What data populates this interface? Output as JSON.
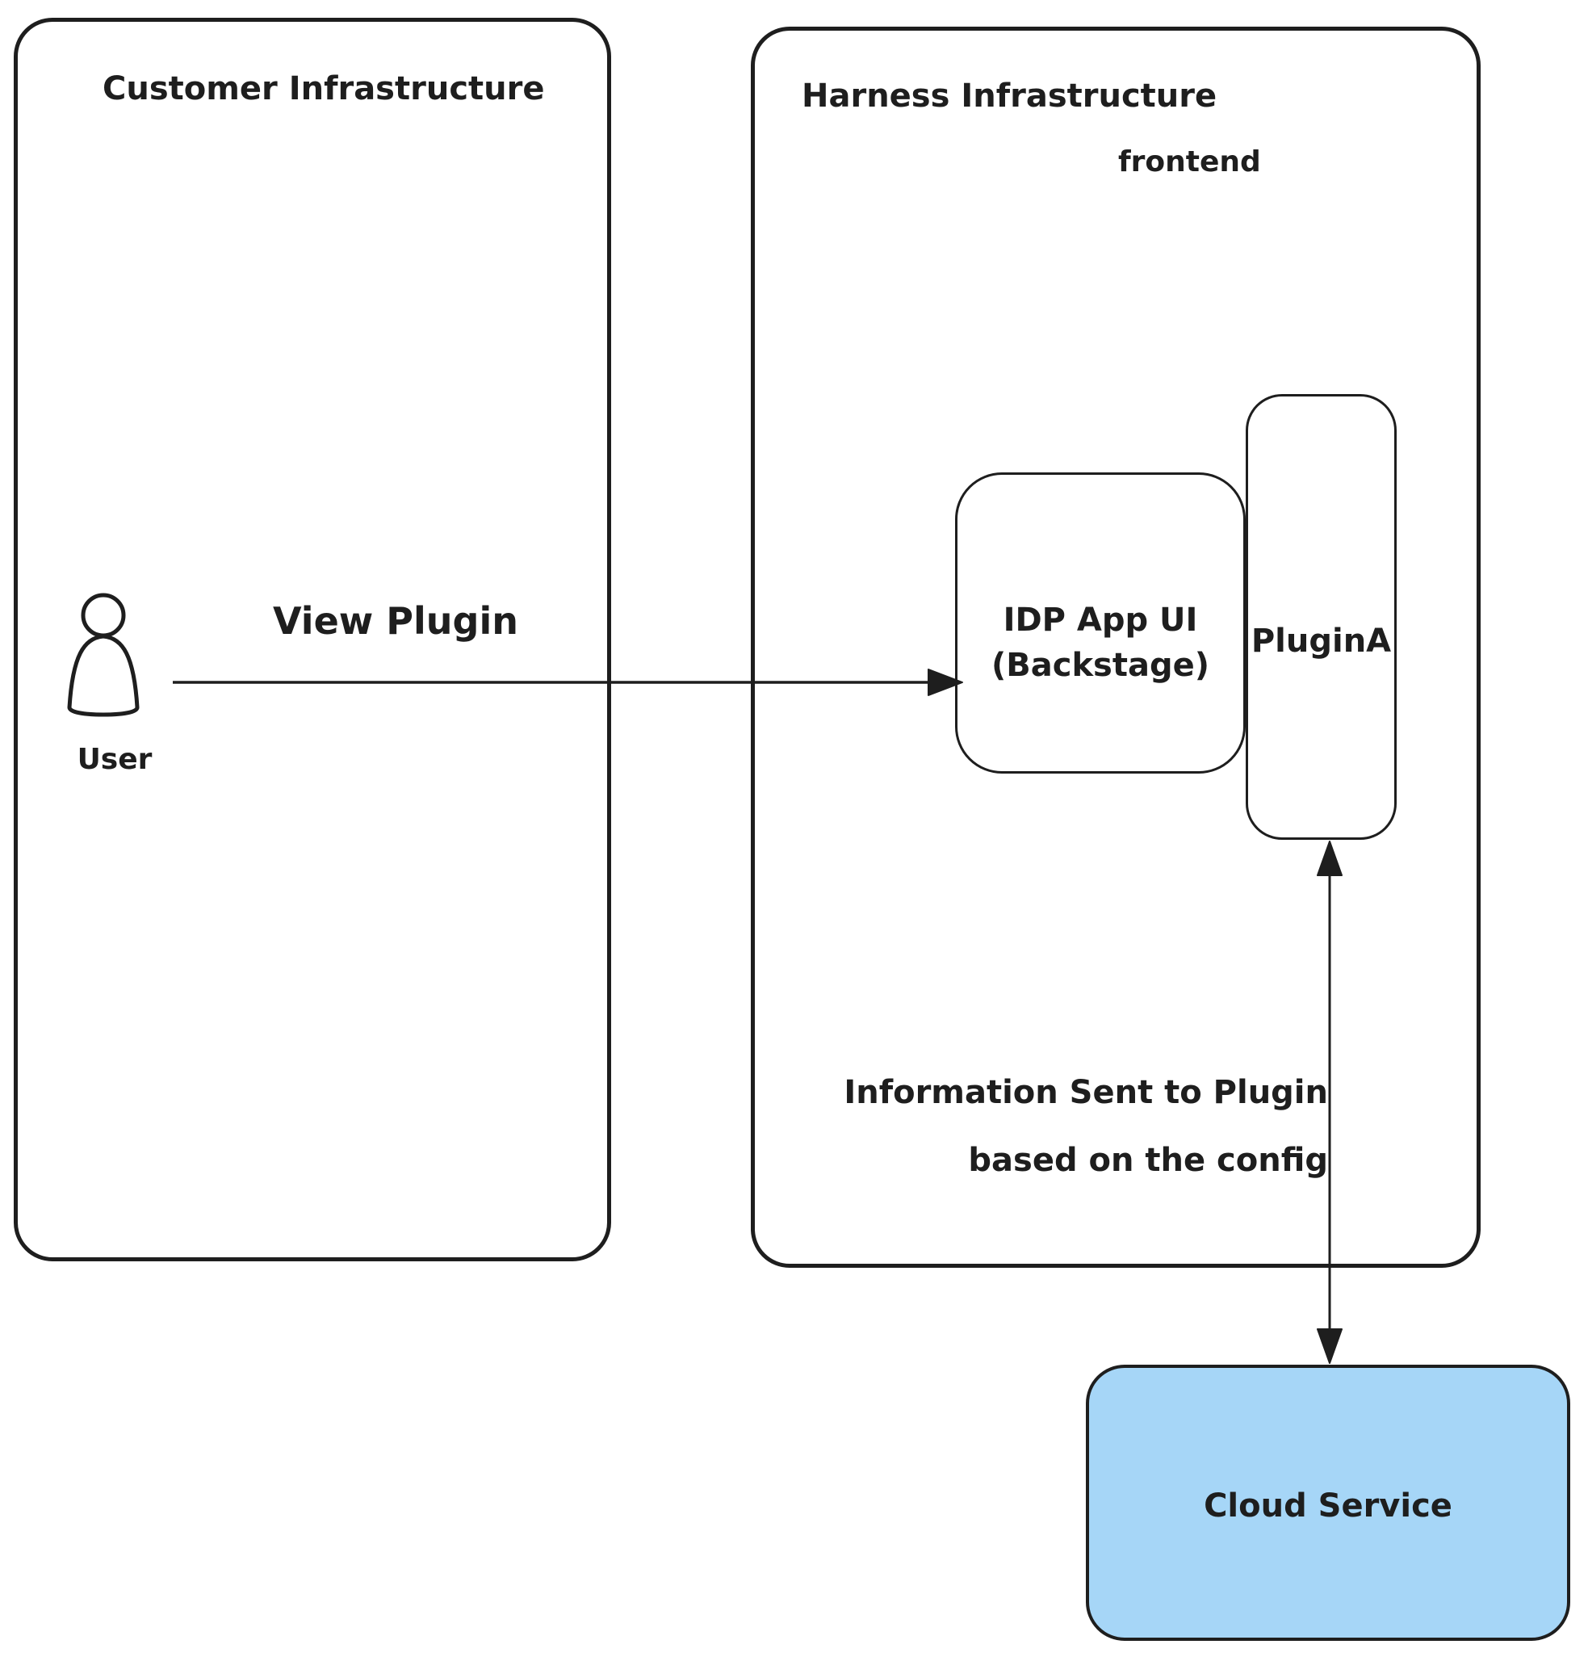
{
  "customer_box": {
    "label": "Customer Infrastructure"
  },
  "harness_box": {
    "label": "Harness Infrastructure",
    "sublabel": "frontend"
  },
  "idp_box": {
    "line1": "IDP App UI",
    "line2": "(Backstage)"
  },
  "plugin_box": {
    "label": "PluginA"
  },
  "cloud_box": {
    "label": "Cloud Service"
  },
  "user": {
    "label": "User"
  },
  "arrows": {
    "view_plugin": {
      "label": "View Plugin"
    },
    "info": {
      "line1": "Information Sent to Plugin",
      "line2": "based on the config"
    }
  },
  "colors": {
    "stroke": "#1e1e1e",
    "cloud_fill": "#a6d6f7",
    "hatch": "#cdd8e3"
  }
}
